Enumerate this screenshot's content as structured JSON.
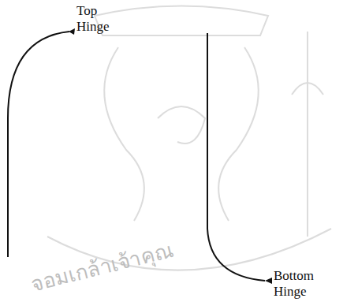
{
  "diagram": {
    "labels": [
      "Top Hinge",
      "Bottom Hinge",
      "จอมเกล้าเจ้าคุณ"
    ]
  }
}
